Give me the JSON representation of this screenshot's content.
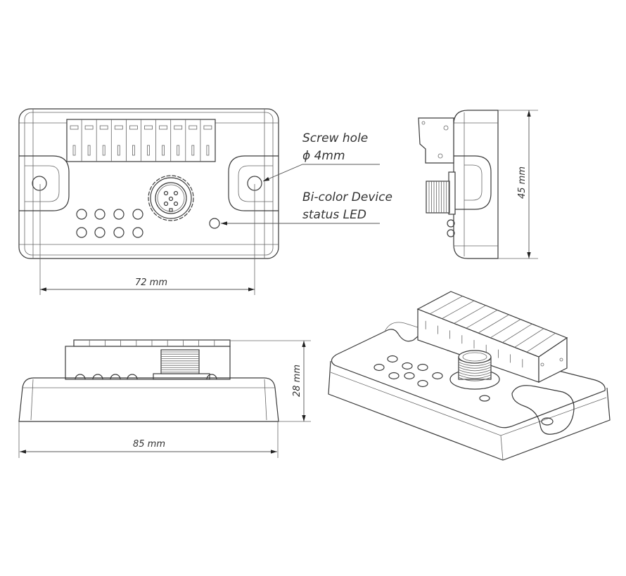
{
  "annotations": {
    "screw_hole_line1": "Screw hole",
    "screw_hole_line2": "ϕ 4mm",
    "led_line1": "Bi-color Device",
    "led_line2": "status LED"
  },
  "dimensions": {
    "hole_spacing": "72 mm",
    "height": "45 mm",
    "depth": "28 mm",
    "length": "85 mm"
  },
  "device": {
    "terminal_count": 10,
    "io_led_count": 8
  }
}
